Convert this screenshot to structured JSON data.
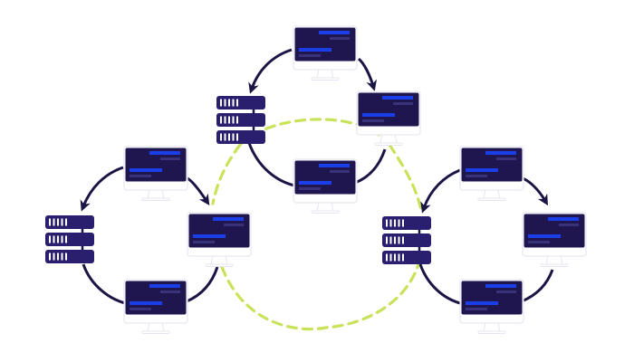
{
  "diagram": {
    "type": "network-topology",
    "description_visible_text": "",
    "colors": {
      "background": "#ffffff",
      "screen": "#1f1650",
      "server": "#2a1f6e",
      "server_slots": "#ffffff",
      "accent_bar": "#1a3ee8",
      "muted_bar": "#3a3278",
      "bezel": "#ffffff",
      "bezel_edge": "#e6e6f2",
      "link": "#1b1545",
      "dashed_link": "#c8e25a"
    },
    "clusters": [
      {
        "id": "top",
        "server": "server",
        "nodes": [
          "computer",
          "computer",
          "computer"
        ]
      },
      {
        "id": "left",
        "server": "server",
        "nodes": [
          "computer",
          "computer",
          "computer"
        ]
      },
      {
        "id": "right",
        "server": "server",
        "nodes": [
          "computer",
          "computer",
          "computer"
        ]
      }
    ],
    "icons": {
      "computer": "desktop-monitor-icon",
      "server": "server-rack-icon",
      "arrow": "curved-arrow-icon"
    },
    "backbone": {
      "style": "dashed",
      "connects": [
        "top",
        "left",
        "right"
      ]
    }
  }
}
